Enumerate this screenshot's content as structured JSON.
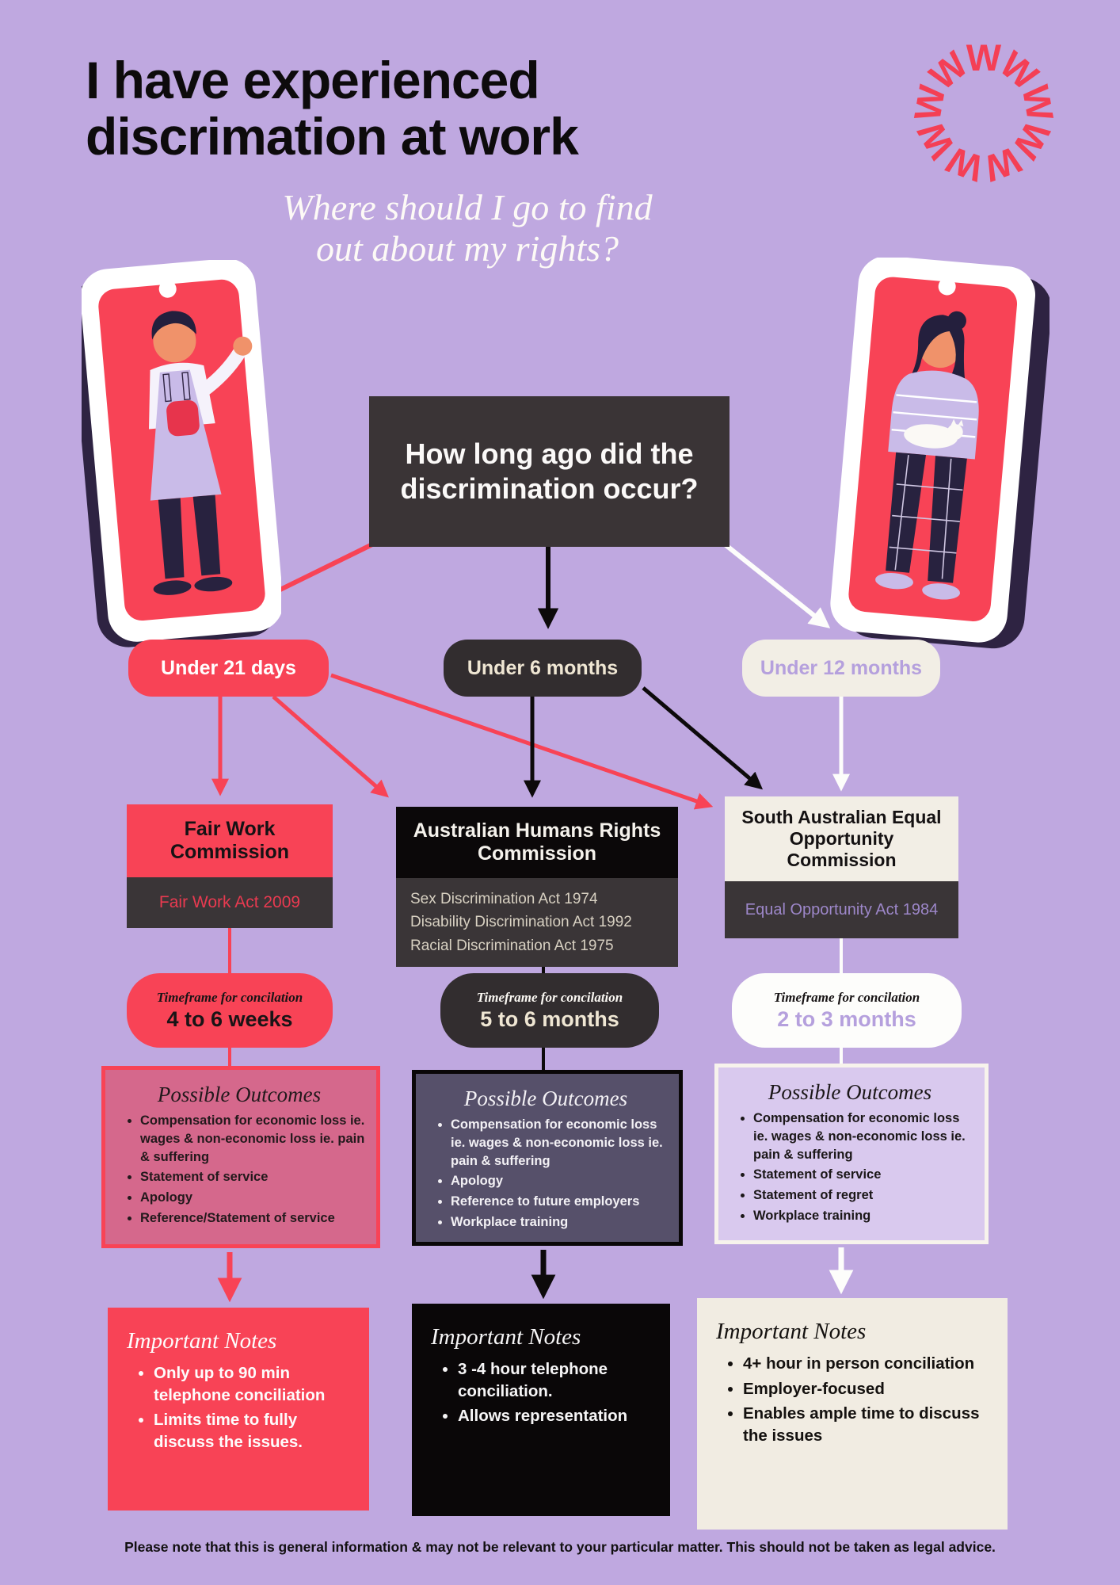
{
  "header": {
    "title_line1": "I have experienced",
    "title_line2": "discrimation at work",
    "subtitle_line1": "Where should I go to find",
    "subtitle_line2": "out about my rights?"
  },
  "logo": {
    "letter": "W",
    "color": "#f43f55"
  },
  "question_box": {
    "text": "How long ago did the discrimination occur?"
  },
  "branch_pills": [
    {
      "label": "Under 21 days"
    },
    {
      "label": "Under 6 months"
    },
    {
      "label": "Under 12 months"
    }
  ],
  "columns": [
    {
      "organisation": "Fair Work Commission",
      "acts": [
        "Fair Work Act 2009"
      ],
      "timeframe": {
        "label": "Timeframe for concilation",
        "value": "4 to 6 weeks"
      },
      "outcomes": {
        "title": "Possible Outcomes",
        "items": [
          "Compensation for economic loss ie. wages & non-economic loss ie. pain & suffering",
          "Statement of service",
          "Apology",
          "Reference/Statement of service"
        ]
      },
      "notes": {
        "title": "Important Notes",
        "items": [
          "Only up to 90 min telephone conciliation",
          "Limits time to fully discuss the issues."
        ]
      }
    },
    {
      "organisation": "Australian Humans Rights Commission",
      "acts": [
        "Sex Discrimination Act 1974",
        "Disability Discrimination Act 1992",
        "Racial Discrimination Act 1975"
      ],
      "timeframe": {
        "label": "Timeframe for concilation",
        "value": "5 to 6 months"
      },
      "outcomes": {
        "title": "Possible Outcomes",
        "items": [
          "Compensation for economic loss ie. wages & non-economic loss ie. pain & suffering",
          "Apology",
          "Reference to future employers",
          "Workplace training"
        ]
      },
      "notes": {
        "title": "Important Notes",
        "items": [
          "3 -4 hour telephone conciliation.",
          "Allows representation"
        ]
      }
    },
    {
      "organisation": "South Australian Equal Opportunity Commission",
      "acts": [
        "Equal Opportunity Act 1984"
      ],
      "timeframe": {
        "label": "Timeframe for concilation",
        "value": "2 to 3 months"
      },
      "outcomes": {
        "title": "Possible Outcomes",
        "items": [
          "Compensation for economic loss ie. wages & non-economic loss ie. pain & suffering",
          "Statement of service",
          "Statement of regret",
          "Workplace training"
        ]
      },
      "notes": {
        "title": "Important Notes",
        "items": [
          "4+ hour in person conciliation",
          "Employer-focused",
          "Enables ample time to discuss the issues"
        ]
      }
    }
  ],
  "footer": {
    "disclaimer": "Please note that this is general information & may not be relevant to your particular matter. This should not be taken as legal advice."
  },
  "colors": {
    "background": "#bfa8e0",
    "red": "#f84356",
    "dark": "#322d2f",
    "charcoal": "#3a3537",
    "black": "#0a0708",
    "cream": "#f2eee5",
    "lavender_text": "#b5a0dd",
    "pink_panel": "#d5688c",
    "purple_panel": "#56506a",
    "light_panel": "#d9c9ee"
  }
}
